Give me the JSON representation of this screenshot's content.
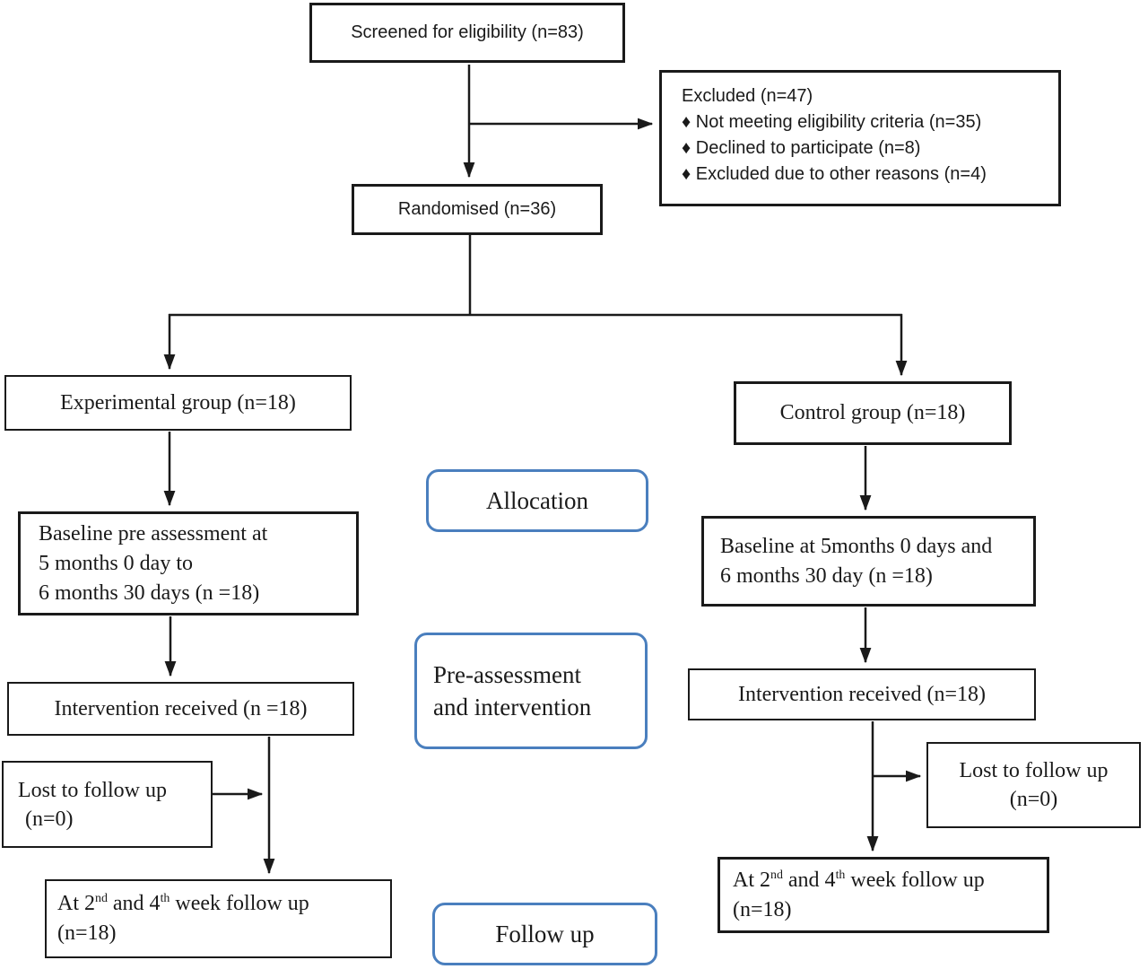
{
  "figure": {
    "screened": "Screened for eligibility (n=83)",
    "excluded": {
      "title": "Excluded (n=47)",
      "items": [
        "♦ Not meeting eligibility criteria (n=35)",
        "♦ Declined to participate (n=8)",
        "♦ Excluded due to other reasons (n=4)"
      ]
    },
    "randomised": "Randomised (n=36)",
    "experimental_group": "Experimental group (n=18)",
    "control_group": "Control group (n=18)",
    "baseline_left": {
      "line1": "Baseline pre assessment at",
      "line2": "5 months 0 day to",
      "line3": "6 months 30 days (n =18)"
    },
    "baseline_right": {
      "line1": "Baseline at 5months 0 days and",
      "line2": "6 months 30 day (n =18)"
    },
    "stage_labels": {
      "allocation": "Allocation",
      "pre_assessment_line1": "Pre-assessment",
      "pre_assessment_line2": "and intervention",
      "follow_up": "Follow up"
    },
    "intervention_left": "Intervention received (n =18)",
    "intervention_right": "Intervention received (n=18)",
    "lost_left": {
      "line1": "Lost to follow up",
      "line2": "(n=0)"
    },
    "lost_right": {
      "line1": "Lost to follow up",
      "line2": "(n=0)"
    },
    "followup_left": {
      "seg1": "At 2",
      "sup1": "nd",
      "seg2": " and 4",
      "sup2": "th",
      "seg3": " week follow up",
      "line2": "(n=18)"
    },
    "followup_right": {
      "seg1": "At 2",
      "sup1": "nd",
      "seg2": " and 4",
      "sup2": "th",
      "seg3": " week follow up",
      "line2": "(n=18)"
    }
  },
  "colors": {
    "box_border": "#1a1a1a",
    "stage_border": "#4a7fbe",
    "text": "#1a1a1a",
    "background": "#ffffff"
  }
}
